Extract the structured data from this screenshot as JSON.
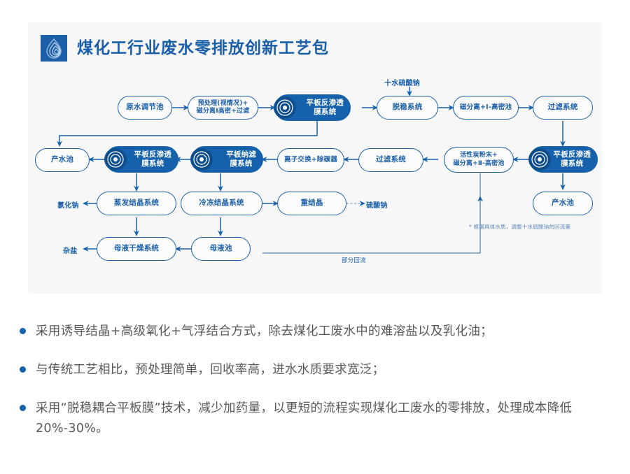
{
  "header": {
    "title": "煤化工行业废水零排放创新工艺包",
    "logo_icon": "water-ripple-logo-icon",
    "brand_color": "#1a5fa8"
  },
  "flowchart": {
    "accent": "#1661ab",
    "nodes": [
      {
        "id": "n1",
        "label": "原水调节池",
        "style": "white",
        "row": 1
      },
      {
        "id": "n2",
        "label": "预处理(视情况)+\n磁分离Ⅰ高密+过滤",
        "style": "white",
        "row": 1
      },
      {
        "id": "n3",
        "label": "平板反渗透\n膜系统",
        "style": "blue",
        "row": 1,
        "icon": "membrane-icon"
      },
      {
        "id": "n4",
        "label": "脱稳系统",
        "style": "white",
        "row": 1
      },
      {
        "id": "n5",
        "label": "磁分离+Ⅰ-高密池",
        "style": "white",
        "row": 1
      },
      {
        "id": "n6",
        "label": "过滤系统",
        "style": "white",
        "row": 1
      },
      {
        "id": "n7",
        "label": "产水池",
        "style": "white",
        "row": 2
      },
      {
        "id": "n8",
        "label": "平板反渗透\n膜系统",
        "style": "blue",
        "row": 2,
        "icon": "membrane-icon"
      },
      {
        "id": "n9",
        "label": "平板纳滤\n膜系统",
        "style": "blue",
        "row": 2,
        "icon": "membrane-icon"
      },
      {
        "id": "n10",
        "label": "离子交换+除碳器",
        "style": "white",
        "row": 2
      },
      {
        "id": "n11",
        "label": "过滤系统",
        "style": "white",
        "row": 2
      },
      {
        "id": "n12",
        "label": "活性炭粉末+\n磁分离+Ⅱ-高密池",
        "style": "white",
        "row": 2
      },
      {
        "id": "n13",
        "label": "平板反渗透\n膜系统",
        "style": "blue",
        "row": 2,
        "icon": "membrane-icon"
      },
      {
        "id": "n14",
        "label": "蒸发结晶系统",
        "style": "white",
        "row": 3
      },
      {
        "id": "n15",
        "label": "冷冻结晶系统",
        "style": "white",
        "row": 3
      },
      {
        "id": "n16",
        "label": "重结晶",
        "style": "white",
        "row": 3
      },
      {
        "id": "n17",
        "label": "产水池",
        "style": "white",
        "row": 3
      },
      {
        "id": "n18",
        "label": "母液干燥系统",
        "style": "white",
        "row": 4
      },
      {
        "id": "n19",
        "label": "母液池",
        "style": "white",
        "row": 4
      }
    ],
    "labels": {
      "reagent_top": "十水硫酸钠",
      "out_nacl": "氯化钠",
      "out_na2so4": "硫酸钠",
      "out_mixedsalt": "杂盐",
      "partial_return": "部分回流",
      "footnote": "* 根据具体水质，调整十水硫酸钠的回流量"
    }
  },
  "bullets": [
    "采用诱导结晶+高级氧化+气浮结合方式，除去煤化工废水中的难溶盐以及乳化油；",
    "与传统工艺相比，预处理简单，回收率高，进水水质要求宽泛；",
    "采用“脱稳耦合平板膜”技术，减少加药量，以更短的流程实现煤化工废水的零排放，处理成本降低20%-30%。"
  ]
}
